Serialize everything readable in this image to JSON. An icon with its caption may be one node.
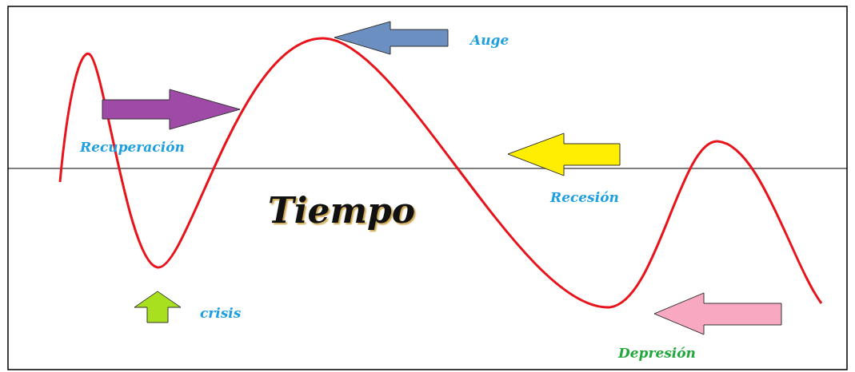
{
  "diagram": {
    "labels": [
      "Auge",
      "Recuperación",
      "Recesión",
      "Tiempo",
      "crisis",
      "Depresión"
    ]
  }
}
